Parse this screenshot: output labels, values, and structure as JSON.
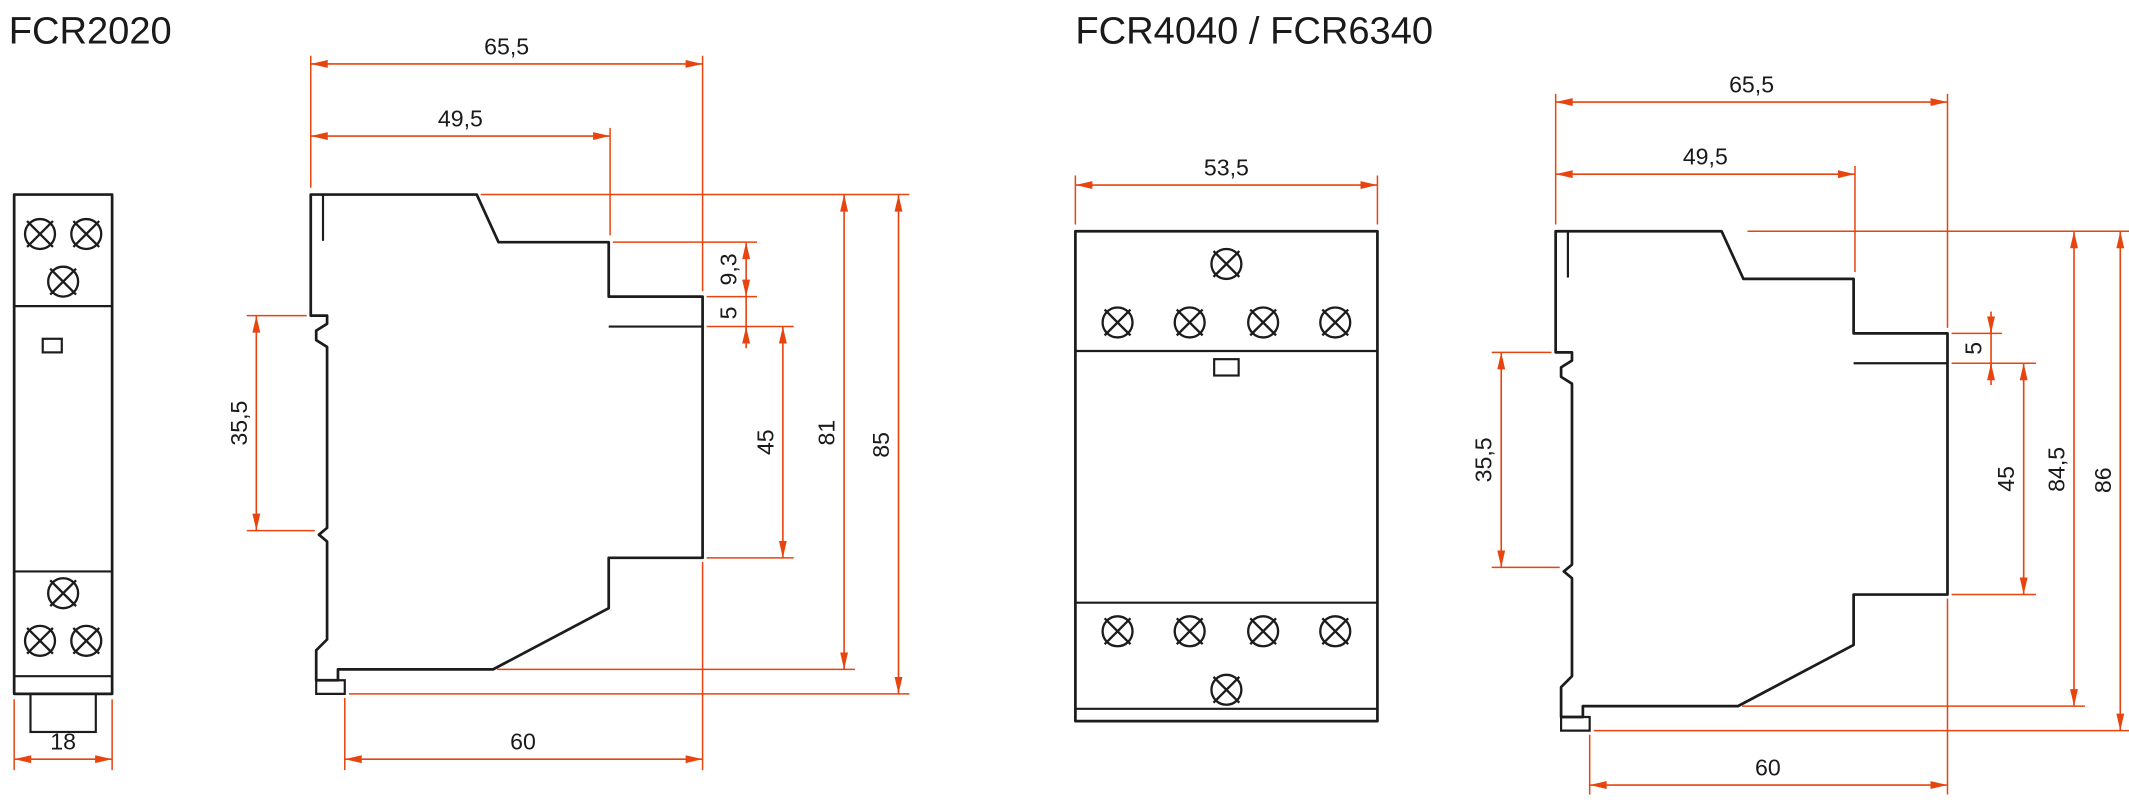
{
  "colors": {
    "outline": "#1c1c1c",
    "dimension_lines": "#e8440f",
    "text": "#1a1a1a",
    "background": "#ffffff"
  },
  "fcr2020": {
    "title": "FCR2020",
    "front_view": {
      "width_mm": "18"
    },
    "side_view": {
      "overall_width_mm": "65,5",
      "upper_width_mm": "49,5",
      "front_step_mm": "9,3",
      "front_lip_mm": "5",
      "front_face_mm": "45",
      "body_height_mm": "81",
      "overall_height_mm": "85",
      "rail_recess_mm": "35,5",
      "base_width_mm": "60"
    }
  },
  "fcr4040": {
    "title": "FCR4040 / FCR6340",
    "front_view": {
      "width_mm": "53,5"
    },
    "side_view": {
      "overall_width_mm": "65,5",
      "upper_width_mm": "49,5",
      "front_lip_mm": "5",
      "front_face_mm": "45",
      "body_height_mm": "84,5",
      "overall_height_mm": "86",
      "rail_recess_mm": "35,5",
      "base_width_mm": "60"
    }
  }
}
